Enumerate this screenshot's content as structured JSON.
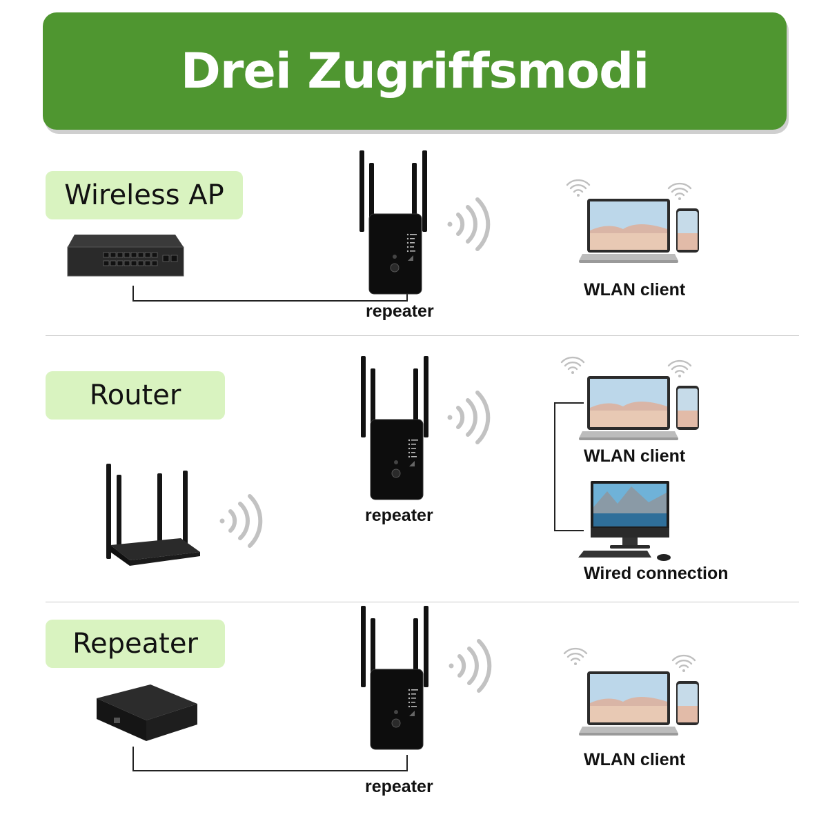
{
  "title": "Drei Zugriffsmodi",
  "modes": [
    {
      "label": "Wireless AP",
      "center_device": "repeater",
      "clients": [
        "WLAN client"
      ]
    },
    {
      "label": "Router",
      "center_device": "repeater",
      "clients": [
        "WLAN client",
        "Wired connection"
      ]
    },
    {
      "label": "Repeater",
      "center_device": "repeater",
      "clients": [
        "WLAN client"
      ]
    }
  ],
  "colors": {
    "banner": "#4f9630",
    "label_bg": "#d9f3c0",
    "line": "#222222",
    "wave": "#c2c2c2"
  }
}
